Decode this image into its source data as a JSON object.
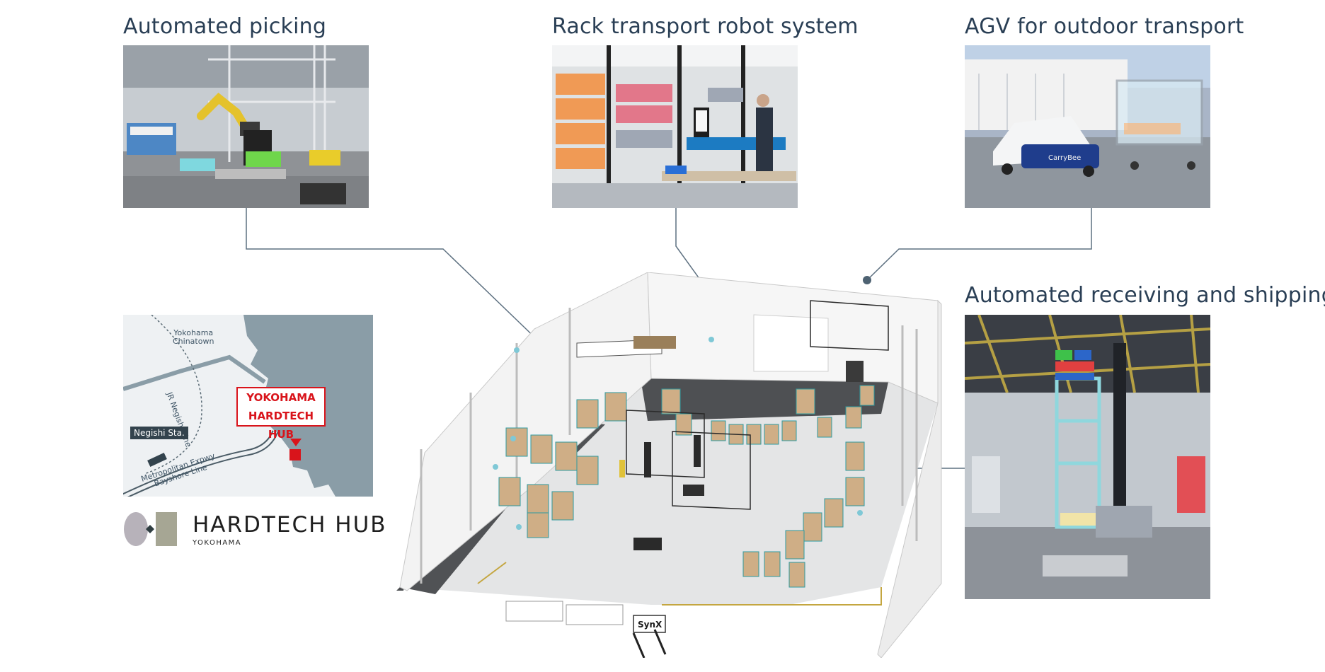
{
  "captions": {
    "picking": "Automated picking",
    "rack": "Rack transport robot system",
    "agv": "AGV for outdoor transport",
    "receiving": "Automated receiving and shipping"
  },
  "map": {
    "chinatown": "Yokohama\nChinatown",
    "jr_line": "JR Negishi Line",
    "station": "Negishi Sta.",
    "expressway": "Metropolitan Expwy\nBayshore Line",
    "marker_label": "YOKOHAMA\nHARDTECH HUB"
  },
  "logo": {
    "name": "HARDTECH HUB",
    "sub": "YOKOHAMA"
  },
  "floor": {
    "banner": "SynX"
  },
  "agv_brand": "CarryBee",
  "colors": {
    "caption": "#2a3f55",
    "connector": "#5d7080",
    "marker_red": "#d9141b",
    "map_sea": "#8a9da7",
    "map_land": "#eef1f3"
  }
}
